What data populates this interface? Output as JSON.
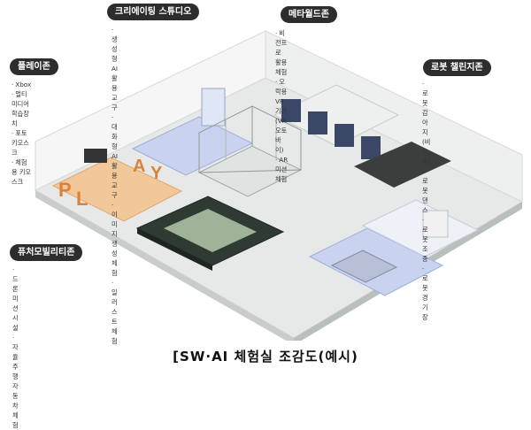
{
  "zones": [
    {
      "key": "creative",
      "title": "크리에이팅 스튜디오",
      "items": [
        "생성형AI활용교구",
        "대화형AI활용교구",
        "이미지 생성 체험",
        "일러스트 체험"
      ]
    },
    {
      "key": "meta",
      "title": "메타월드존",
      "items": [
        "비전프로 활용 체험",
        "오락용VR기기 (VR 오토바이)",
        "AR미션체험"
      ]
    },
    {
      "key": "play",
      "title": "플레이존",
      "items": [
        "Xbox",
        "멀티미디어 학습장치",
        "포토 키오스크",
        "체험용 키오스크"
      ]
    },
    {
      "key": "robot",
      "title": "로봇 챌린지존",
      "items": [
        "로봇감아지(비트독)",
        "로봇 댄스",
        "로봇 조종",
        "로봇경기장"
      ]
    },
    {
      "key": "future",
      "title": "퓨처모빌리티존",
      "items": [
        "드론 미션시설",
        "자율주행자동차 체험"
      ]
    }
  ],
  "caption": "[SW·AI 체험실 조감도(예시)",
  "colors": {
    "floor": "#e9ecea",
    "wall": "#f7f8f7",
    "blue_floor": "#c9d3ef",
    "orange_floor": "#f2c89a",
    "track": "#2f3a32",
    "label_bg": "#2d2d2d"
  }
}
